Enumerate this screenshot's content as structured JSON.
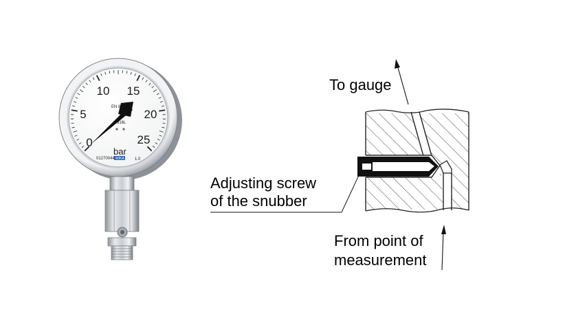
{
  "gauge": {
    "scale_labels": [
      "0",
      "5",
      "10",
      "15",
      "20",
      "25"
    ],
    "unit": "bar",
    "standard": "EN 837",
    "material": "316L",
    "accuracy_class": "1.0",
    "serial": "01270044",
    "brand": "WIKA"
  },
  "diagram": {
    "to_gauge": "To gauge",
    "screw_line1": "Adjusting screw",
    "screw_line2": "of the snubber",
    "from_line1": "From point of",
    "from_line2": "measurement"
  },
  "colors": {
    "steel_light": "#e9ebee",
    "steel_mid": "#b9bdc3",
    "steel_dark": "#6d7278",
    "ink": "#1a1a1a"
  }
}
